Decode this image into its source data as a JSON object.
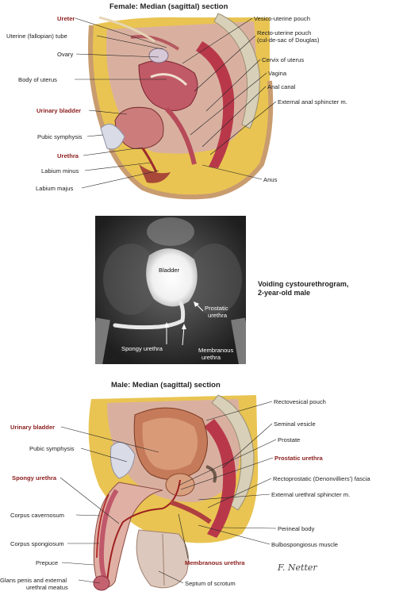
{
  "female": {
    "title": "Female: Median (sagittal) section",
    "labels_left": {
      "ureter": "Ureter",
      "uterine_tube": "Uterine (fallopian) tube",
      "ovary": "Ovary",
      "body_uterus": "Body of uterus",
      "urinary_bladder": "Urinary bladder",
      "pubic_symphysis": "Pubic symphysis",
      "urethra": "Urethra",
      "labium_minus": "Labium minus",
      "labium_majus": "Labium majus"
    },
    "labels_right": {
      "vesico_uterine": "Vesico-uterine pouch",
      "recto_uterine_1": "Recto-uterine pouch",
      "recto_uterine_2": "(cul-de-sac of Douglas)",
      "cervix": "Cervix of uterus",
      "vagina": "Vagina",
      "anal_canal": "Anal canal",
      "ext_anal_sphincter": "External anal sphincter m.",
      "anus": "Anus"
    }
  },
  "xray": {
    "bladder": "Bladder",
    "prostatic_1": "Prostatic",
    "prostatic_2": "urethra",
    "spongy": "Spongy urethra",
    "membranous_1": "Membranous",
    "membranous_2": "urethra",
    "caption_1": "Voiding cystourethrogram,",
    "caption_2": "2-year-old male"
  },
  "male": {
    "title": "Male: Median (sagittal) section",
    "labels_left": {
      "urinary_bladder": "Urinary bladder",
      "pubic_symphysis": "Pubic symphysis",
      "spongy_urethra": "Spongy urethra",
      "corpus_cavernosum": "Corpus cavernosum",
      "corpus_spongiosum": "Corpus spongiosum",
      "prepuce": "Prepuce",
      "glans_1": "Glans penis and external",
      "glans_2": "urethral meatus"
    },
    "labels_right": {
      "rectovesical": "Rectovesical pouch",
      "seminal_vesicle": "Seminal vesicle",
      "prostate": "Prostate",
      "prostatic_urethra": "Prostatic urethra",
      "rectoprostatic": "Rectoprostatic (Denonvilliers') fascia",
      "ext_urethral_sphincter": "External urethral sphincter m.",
      "perineal_body": "Perineal body",
      "bulbospongiosus": "Bulbospongiosus muscle",
      "membranous_urethra": "Membranous urethra",
      "septum_scrotum": "Septum of scrotum"
    },
    "signature": "F. Netter"
  }
}
